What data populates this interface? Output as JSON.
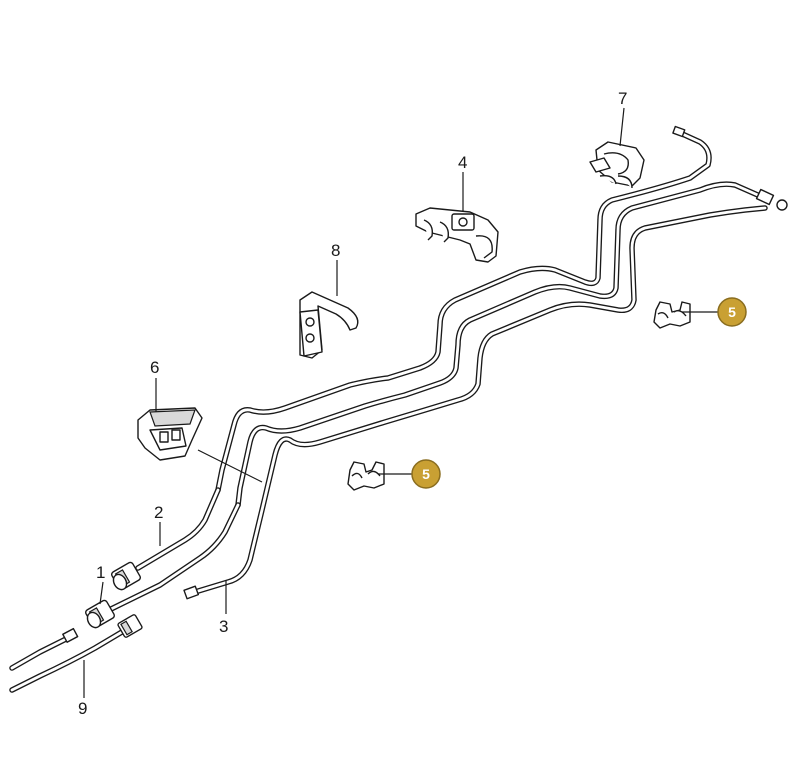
{
  "callouts": {
    "p1": "1",
    "p2": "2",
    "p3": "3",
    "p4": "4",
    "p6": "6",
    "p7": "7",
    "p8": "8",
    "p9": "9"
  },
  "badges": {
    "upper": "5",
    "lower": "5"
  },
  "colors": {
    "badge_fill": "#c9a033",
    "line": "#1a1a1a"
  }
}
